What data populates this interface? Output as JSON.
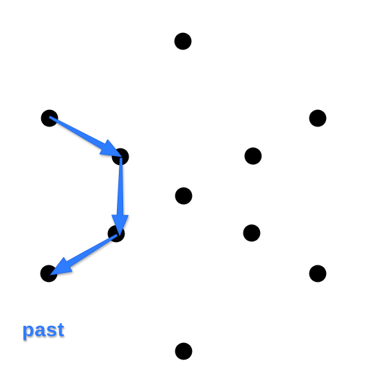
{
  "diagram": {
    "caption": "past",
    "colors": {
      "background": "#ffffff",
      "dot": "#000000",
      "arrow": "#2f7bff",
      "caption": "#2f7bff"
    },
    "dots": [
      {
        "id": "d1"
      },
      {
        "id": "d2"
      },
      {
        "id": "d3"
      },
      {
        "id": "d4"
      },
      {
        "id": "d5"
      },
      {
        "id": "d6"
      },
      {
        "id": "d7"
      },
      {
        "id": "d8"
      },
      {
        "id": "d9"
      },
      {
        "id": "d10"
      },
      {
        "id": "d11"
      },
      {
        "id": "d12"
      }
    ],
    "arrows": [
      {
        "from": "d2",
        "to": "d5"
      },
      {
        "from": "d5",
        "to": "d8"
      },
      {
        "from": "d8",
        "to": "d10"
      }
    ]
  }
}
